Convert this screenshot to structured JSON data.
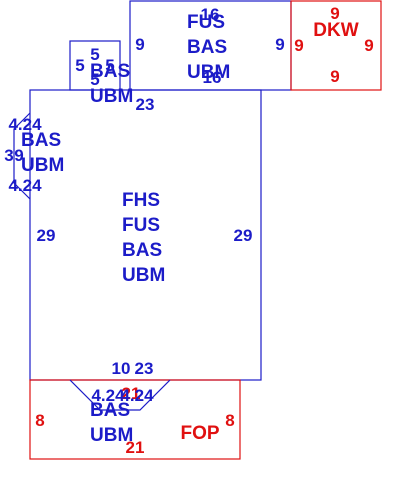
{
  "colors": {
    "building": "#1c1cc8",
    "exterior": "#e01010",
    "background": "#ffffff"
  },
  "areas": {
    "top_center": {
      "lines": [
        "FUS",
        "BAS",
        "UBM"
      ],
      "dims": {
        "top": "16",
        "bottom": "16",
        "left": "9",
        "right": "9"
      }
    },
    "deck": {
      "label": "DKW",
      "dims": {
        "top": "9",
        "bottom": "9",
        "left": "9",
        "right": "9"
      }
    },
    "small_bump": {
      "lines": [
        "BAS",
        "UBM"
      ],
      "dims": {
        "top": "5",
        "left": "5",
        "right": "5",
        "inner": "5"
      },
      "bottom_dim": "23"
    },
    "left_bay": {
      "lines": [
        "BAS",
        "UBM"
      ],
      "dims": {
        "upper": "4.24",
        "side": "3",
        "mid": "9",
        "lower": "4.24"
      }
    },
    "main": {
      "lines": [
        "FHS",
        "FUS",
        "BAS",
        "UBM"
      ],
      "dims": {
        "left": "29",
        "right": "29",
        "bottom_a": "10",
        "bottom_b": "23"
      }
    },
    "bottom_bay": {
      "lines": [
        "BAS",
        "UBM"
      ],
      "dims": {
        "left": "4.24",
        "mid_red": "21",
        "right": "4.24"
      }
    },
    "porch": {
      "label": "FOP",
      "dims": {
        "left": "8",
        "right": "8",
        "bottom": "21"
      }
    }
  }
}
